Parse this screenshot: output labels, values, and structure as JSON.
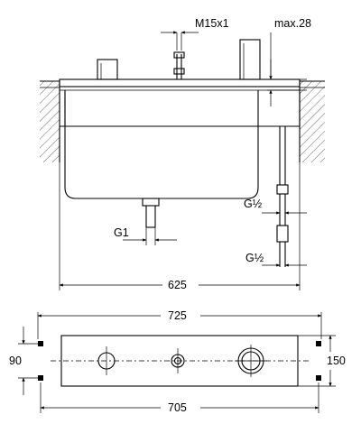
{
  "top_view": {
    "dim_thread": "M15x1",
    "dim_max": "max.28",
    "dim_outlet": "G1",
    "dim_hose_upper": "G½",
    "dim_hose_lower": "G½",
    "dim_width": "625"
  },
  "bottom_view": {
    "dim_overall_width": "725",
    "dim_inner_width": "705",
    "dim_hole_spacing": "90",
    "dim_height": "150"
  }
}
